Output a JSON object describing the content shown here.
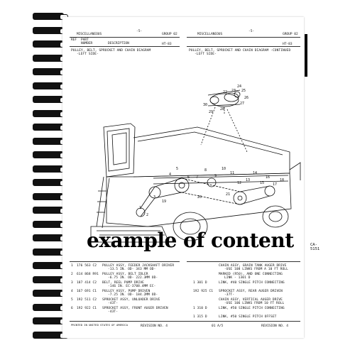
{
  "header_left": {
    "section": "MISCELLANEOUS",
    "page_marker": "-5-",
    "group": "GROUP 02",
    "col_ref": "REF",
    "col_part": "PART",
    "col_number": "NUMBER",
    "col_description": "DESCRIPTION",
    "series": "HT-83"
  },
  "header_right": {
    "section": "MISCELLANEOUS",
    "page_marker": "-5-",
    "group": "GROUP 02",
    "series": "HT-83"
  },
  "titles": {
    "left": "PULLEY, BELT, SPROCKET AND CHAIN DIAGRAM",
    "left_sub": "-LEFT SIDE-",
    "right": "PULLEY, BELT, SPROCKET AND CHAIN DIAGRAM -CONTINUED",
    "right_sub": "-LEFT SIDE-"
  },
  "diagram": {
    "callouts_top": [
      "22",
      "23",
      "24",
      "25",
      "26",
      "27",
      "28",
      "29",
      "30"
    ],
    "callouts_mid": [
      "1",
      "2",
      "3",
      "4",
      "5",
      "6",
      "7",
      "8",
      "9",
      "10",
      "11",
      "12",
      "13",
      "14",
      "15",
      "16",
      "17",
      "18",
      "19",
      "20",
      "21"
    ],
    "figure_id": "CA-5151"
  },
  "caption": "example of content",
  "parts_left": [
    {
      "ref": "1",
      "part": "176 563 C2",
      "desc": "PULLEY ASSY, FEEDER JACKSHAFT DRIVER",
      "desc2": "-13.5 IN. OD- 343 MM OD-"
    },
    {
      "ref": "2",
      "part": "614 868 R91",
      "desc": "PULLEY ASSY, BELT IDLER",
      "desc2": "-6.75 IN. OD- 222.3MM OD-"
    },
    {
      "ref": "3",
      "part": "187 414 C2",
      "desc": "BELT, REEL PUMP DRIVE",
      "desc2": "-146 IN. EC-3708.4MM EC-"
    },
    {
      "ref": "4",
      "part": "167 691 C1",
      "desc": "PULLEY ASSY, PUMP DRIVEN",
      "desc2": "-7.25 IN. OD- 184.2MM OD-"
    },
    {
      "ref": "5",
      "part": "192 511 C2",
      "desc": "SPROCKET ASSY, UNLOADER DRIVE",
      "desc2": "-43T-"
    },
    {
      "ref": "6",
      "part": "192 922 C1",
      "desc": "SPROCKET ASSY, FRONT AUGER DRIVEN",
      "desc2": "-43T-"
    }
  ],
  "parts_right": [
    {
      "ref": "",
      "part": "",
      "desc": "CHAIN ASSY, GRAIN TANK AUGER DRIVE",
      "desc2": "-USE 108 LINKS FROM A 10 FT ROLL"
    },
    {
      "ref": "",
      "part": "",
      "desc": "MARKED (R50), AND ONE CONNECTING",
      "desc2": "LINK - 1301 D"
    },
    {
      "ref": "",
      "part": "1 301 D",
      "desc": "LINK, #40 SINGLE PITCH CONNECTING",
      "desc2": ""
    },
    {
      "ref": "",
      "part": "192 925 C1",
      "desc": "SPROCKET ASSY, REAR AUGER DRIVEN",
      "desc2": "-37T-"
    },
    {
      "ref": "",
      "part": "",
      "desc": "CHAIN ASSY, VERTICAL AUGER DRIVE",
      "desc2": "-USE 106 LINKS FROM 10 FT ROLL"
    },
    {
      "ref": "",
      "part": "1 310 D",
      "desc": "LINK, #50 SINGLE PITCH CONNECTING",
      "desc2": ""
    },
    {
      "ref": "",
      "part": "1 315 D",
      "desc": "LINK, #50 SINGLE PITCH OFFSET",
      "desc2": ""
    }
  ],
  "footer": {
    "printed": "PRINTED IN UNITED STATES OF AMERICA",
    "revision_left": "REVISION NO. 4",
    "date": "01 A/5",
    "revision_right": "REVISION NO. 4"
  }
}
